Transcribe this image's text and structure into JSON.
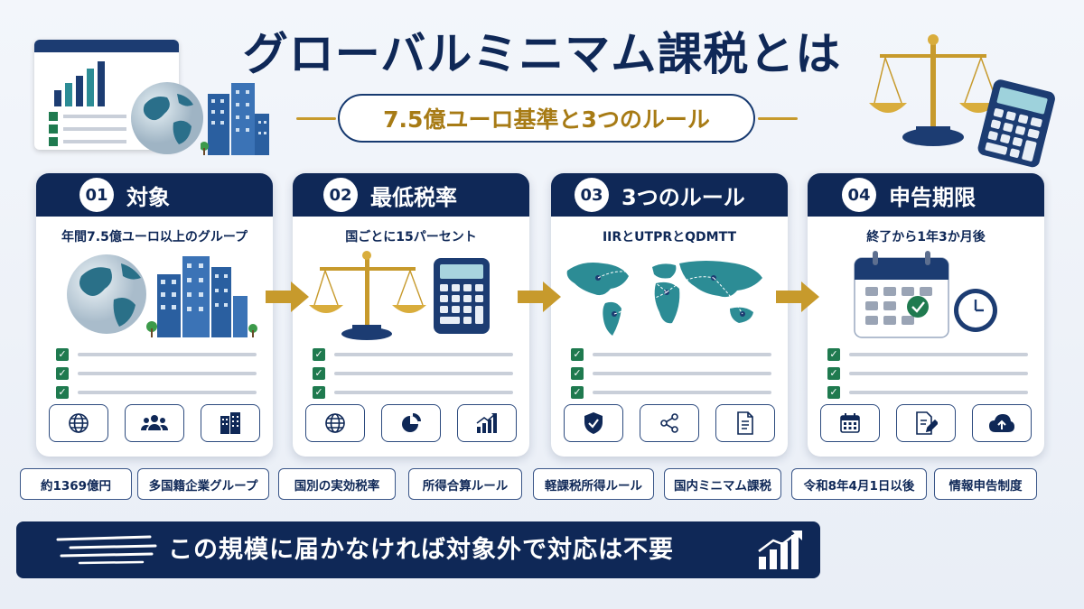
{
  "header": {
    "title": "グローバルミニマム課税とは",
    "subtitle": "7.5億ユーロ基準と3つのルール"
  },
  "cards": [
    {
      "number": "01",
      "title": "対象",
      "subtitle": "年間7.5億ユーロ以上のグループ",
      "icons": [
        "globe-icon",
        "people-icon",
        "building-icon"
      ]
    },
    {
      "number": "02",
      "title": "最低税率",
      "subtitle": "国ごとに15パーセント",
      "icons": [
        "globe-icon",
        "pie-chart-icon",
        "growth-chart-icon"
      ]
    },
    {
      "number": "03",
      "title": "3つのルール",
      "subtitle": "IIRとUTPRとQDMTT",
      "icons": [
        "shield-check-icon",
        "share-nodes-icon",
        "document-icon"
      ]
    },
    {
      "number": "04",
      "title": "申告期限",
      "subtitle": "終了から1年3か月後",
      "icons": [
        "calendar-icon",
        "edit-document-icon",
        "cloud-upload-icon"
      ]
    }
  ],
  "tags": [
    "約1369億円",
    "多国籍企業グループ",
    "国別の実効税率",
    "所得合算ルール",
    "軽課税所得ルール",
    "国内ミニマム課税",
    "令和8年4月1日以後",
    "情報申告制度"
  ],
  "footer": {
    "text": "この規模に届かなければ対象外で対応は不要"
  },
  "colors": {
    "navy": "#0f2857",
    "gold": "#c79a2c",
    "teal": "#2c8c95",
    "check_green": "#1f7a4f"
  }
}
